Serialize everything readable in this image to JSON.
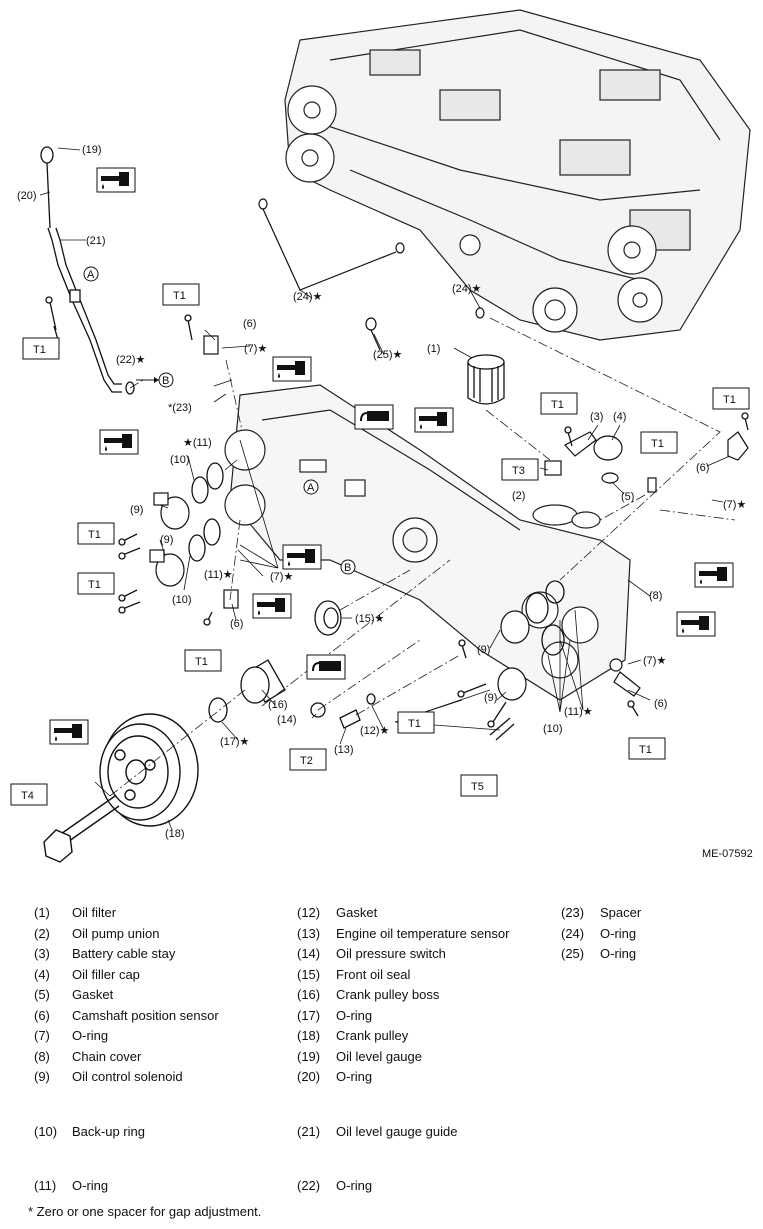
{
  "figure_code": "ME-07592",
  "torque_labels": {
    "t1": "T1",
    "t2": "T2",
    "t3": "T3",
    "t4": "T4",
    "t5": "T5"
  },
  "callouts": {
    "c1": "(1)",
    "c2": "(2)",
    "c3": "(3)",
    "c4": "(4)",
    "c5": "(5)",
    "c6a": "(6)",
    "c6b": "(6)",
    "c6c": "(6)",
    "c6d": "(6)",
    "c7a": "(7)★",
    "c7b": "(7)★",
    "c7c": "(7)★",
    "c7d": "(7)★",
    "c8": "(8)",
    "c9a": "(9)",
    "c9b": "(9)",
    "c9c": "(9)",
    "c9d": "(9)",
    "c10a": "(10)",
    "c10b": "(10)",
    "c10c": "(10)",
    "c11a": "★(11)",
    "c11b": "(11)★",
    "c11c": "(11)★",
    "c12": "(12)★",
    "c13": "(13)",
    "c14": "(14)",
    "c15": "(15)★",
    "c16": "(16)",
    "c17": "(17)★",
    "c18": "(18)",
    "c19": "(19)",
    "c20": "(20)",
    "c21": "(21)",
    "c22": "(22)★",
    "c23": "*(23)",
    "c24a": "(24)★",
    "c24b": "(24)★",
    "c25": "(25)★",
    "refA": "A",
    "refB": "B"
  },
  "legend": {
    "col1": [
      {
        "num": "(1)",
        "name": "Oil filter"
      },
      {
        "num": "(2)",
        "name": "Oil pump union"
      },
      {
        "num": "(3)",
        "name": "Battery cable stay"
      },
      {
        "num": "(4)",
        "name": "Oil filler cap"
      },
      {
        "num": "(5)",
        "name": "Gasket"
      },
      {
        "num": "(6)",
        "name": "Camshaft position sensor"
      },
      {
        "num": "(7)",
        "name": "O-ring"
      },
      {
        "num": "(8)",
        "name": "Chain cover"
      },
      {
        "num": "(9)",
        "name": "Oil control solenoid"
      },
      {
        "num": "(10)",
        "name": "Back-up ring"
      },
      {
        "num": "(11)",
        "name": "O-ring"
      }
    ],
    "col2": [
      {
        "num": "(12)",
        "name": "Gasket"
      },
      {
        "num": "(13)",
        "name": "Engine oil temperature sensor"
      },
      {
        "num": "(14)",
        "name": "Oil pressure switch"
      },
      {
        "num": "(15)",
        "name": "Front oil seal"
      },
      {
        "num": "(16)",
        "name": "Crank pulley boss"
      },
      {
        "num": "(17)",
        "name": "O-ring"
      },
      {
        "num": "(18)",
        "name": "Crank pulley"
      },
      {
        "num": "(19)",
        "name": "Oil level gauge"
      },
      {
        "num": "(20)",
        "name": "O-ring"
      },
      {
        "num": "(21)",
        "name": "Oil level gauge guide"
      },
      {
        "num": "(22)",
        "name": "O-ring"
      }
    ],
    "col3": [
      {
        "num": "(23)",
        "name": "Spacer"
      },
      {
        "num": "(24)",
        "name": "O-ring"
      },
      {
        "num": "(25)",
        "name": "O-ring"
      }
    ]
  },
  "footnote": "* Zero or one spacer for gap adjustment."
}
